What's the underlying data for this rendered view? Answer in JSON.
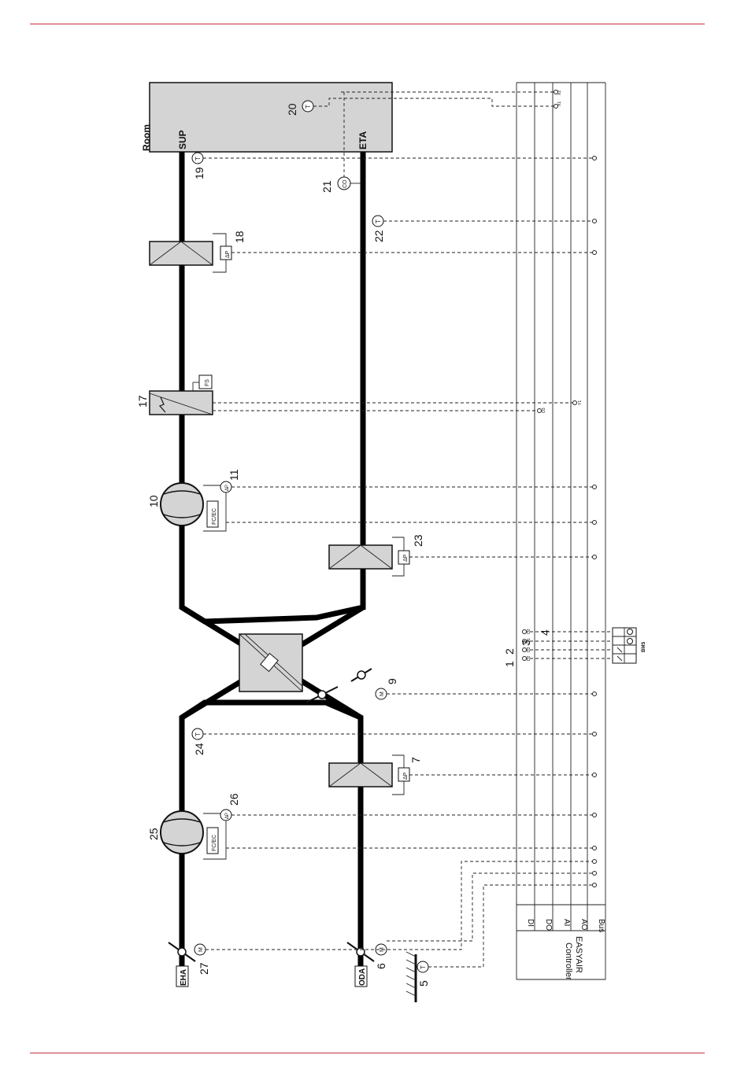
{
  "zones": {
    "room": "Room",
    "sup": "SUP",
    "eta": "ETA",
    "eha": "EHA",
    "oda": "ODA"
  },
  "controller": {
    "name": "EASYAIR",
    "sub": "Controller",
    "columns": [
      "DI",
      "DO",
      "AI",
      "AO",
      "Bus"
    ]
  },
  "bms": {
    "label": "BMS"
  },
  "symbols": {
    "temp": "T",
    "motor": "M",
    "dp": "ΔP",
    "fan_ctrl": "FC/EC",
    "co2": "CO",
    "flow_switch": "FS"
  },
  "terminals": {
    "x1": "X1",
    "x2": "X2",
    "o1": "O1",
    "o2": "O2",
    "o3": "O3",
    "d2": "D2",
    "d3": "D3",
    "y1": "Y1"
  },
  "numbers": {
    "n1": "1",
    "n2": "2",
    "n3": "3",
    "n4": "4",
    "n5": "5",
    "n6": "6",
    "n7": "7",
    "n9": "9",
    "n10": "10",
    "n11": "11",
    "n17": "17",
    "n18": "18",
    "n19": "19",
    "n20": "20",
    "n21": "21",
    "n22": "22",
    "n23": "23",
    "n24": "24",
    "n25": "25",
    "n26": "26",
    "n27": "27"
  },
  "colors": {
    "rule": "#c0313a",
    "room_fill": "#d4d4d4",
    "duct": "#000000"
  }
}
